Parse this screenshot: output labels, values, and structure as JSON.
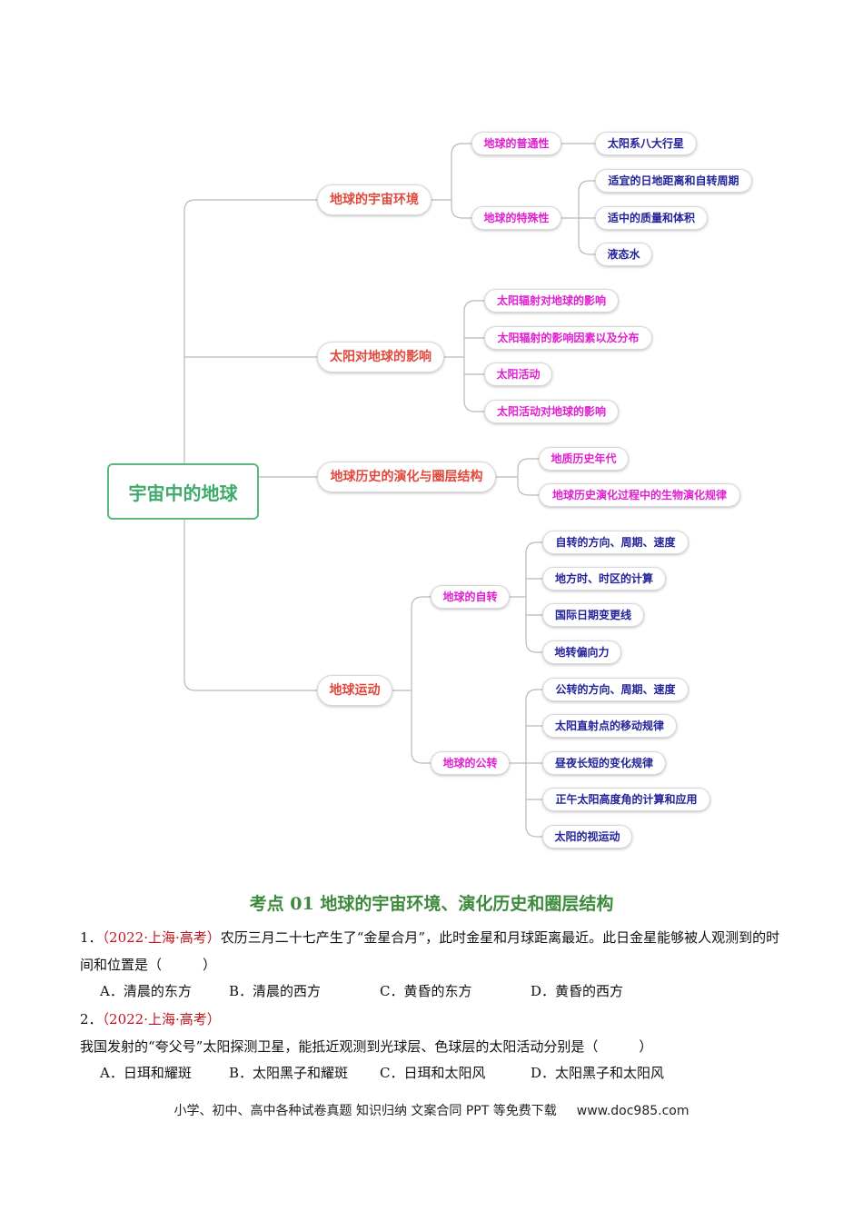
{
  "mindmap": {
    "root": "宇宙中的地球",
    "branches": [
      {
        "label": "地球的宇宙环境",
        "children": [
          {
            "label": "地球的普通性",
            "children": [
              "太阳系八大行星"
            ]
          },
          {
            "label": "地球的特殊性",
            "children": [
              "适宜的日地距离和自转周期",
              "适中的质量和体积",
              "液态水"
            ]
          }
        ]
      },
      {
        "label": "太阳对地球的影响",
        "children": [
          {
            "label": "太阳辐射对地球的影响"
          },
          {
            "label": "太阳辐射的影响因素以及分布"
          },
          {
            "label": "太阳活动"
          },
          {
            "label": "太阳活动对地球的影响"
          }
        ]
      },
      {
        "label": "地球历史的演化与圈层结构",
        "children": [
          {
            "label": "地质历史年代"
          },
          {
            "label": "地球历史演化过程中的生物演化规律"
          }
        ]
      },
      {
        "label": "地球运动",
        "children": [
          {
            "label": "地球的自转",
            "children": [
              "自转的方向、周期、速度",
              "地方时、时区的计算",
              "国际日期变更线",
              "地转偏向力"
            ]
          },
          {
            "label": "地球的公转",
            "children": [
              "公转的方向、周期、速度",
              "太阳直射点的移动规律",
              "昼夜长短的变化规律",
              "正午太阳高度角的计算和应用",
              "太阳的视运动"
            ]
          }
        ]
      }
    ]
  },
  "section_title": "考点 01 地球的宇宙环境、演化历史和圈层结构",
  "questions": [
    {
      "number": "1．",
      "source": "（2022·上海·高考）",
      "stem": "农历三月二十七产生了“金星合月”，此时金星和月球距离最近。此日金星能够被人观测到的时间和位置是（　　　）",
      "options": [
        "A．清晨的东方",
        "B．清晨的西方",
        "C．黄昏的东方",
        "D．黄昏的西方"
      ]
    },
    {
      "number": "2．",
      "source": "（2022·上海·高考）",
      "stem": "我国发射的“夸父号”太阳探测卫星，能抵近观测到光球层、色球层的太阳活动分别是（　　　）",
      "options": [
        "A．日珥和耀斑",
        "B．太阳黑子和耀斑",
        "C．日珥和太阳风",
        "D．太阳黑子和太阳风"
      ]
    }
  ],
  "footer": {
    "text": "小学、初中、高中各种试卷真题  知识归纳  文案合同  PPT 等免费下载",
    "site": "www.doc985.com"
  },
  "colors": {
    "root": "#3daa6a",
    "level1": "#e0483c",
    "level2": "#e020d0",
    "level3": "#23239a",
    "source": "#c0141c",
    "section_title": "#3d8a3d"
  }
}
